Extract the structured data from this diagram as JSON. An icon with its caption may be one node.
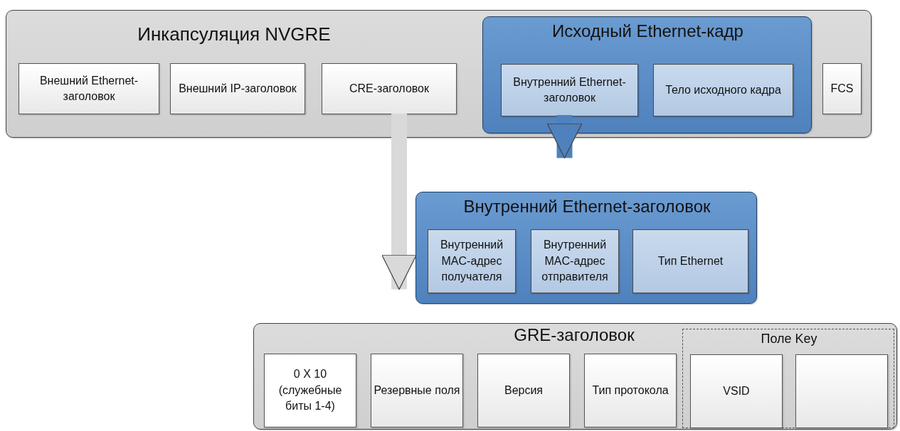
{
  "diagram": {
    "nodes": [
      {
        "text": [
          "Инкапсуляция NVGRE"
        ]
      },
      {
        "text": [
          "Внешний Ethernet-заголовок"
        ],
        "in": 0
      },
      {
        "text": [
          "Внешний IP-заголовок"
        ],
        "in": 0
      },
      {
        "text": [
          "CRE-заголовок"
        ],
        "in": 0
      },
      {
        "text": [
          "Исходный Ethernet-кадр"
        ],
        "in": 0
      },
      {
        "text": [
          "Внутренний Ethernet-заголовок"
        ],
        "in": 4
      },
      {
        "text": [
          "Тело исходного кадра"
        ],
        "in": 4
      },
      {
        "text": [
          "FCS"
        ],
        "in": 0
      },
      {
        "text": [
          "Внутренний Ethernet-заголовок"
        ]
      },
      {
        "text": [
          "Внутренний MAC-адрес получателя"
        ],
        "in": 8
      },
      {
        "text": [
          "Внутренний MAC-адрес отправителя"
        ],
        "in": 8
      },
      {
        "text": [
          "Тип Ethernet"
        ],
        "in": 8
      },
      {
        "text": [
          "GRE-заголовок"
        ]
      },
      {
        "text": [
          "0 X 10 (служебные биты 1-4)"
        ],
        "in": 12
      },
      {
        "text": [
          "Резервные поля"
        ],
        "in": 12
      },
      {
        "text": [
          "Версия"
        ],
        "in": 12
      },
      {
        "text": [
          "Тип протокола"
        ],
        "in": 12
      },
      {
        "text": [
          "Поле Key"
        ],
        "in": 12
      },
      {
        "text": [
          "VSID"
        ],
        "in": 17
      },
      {
        "text": [],
        "shape": "box",
        "in": 17
      }
    ],
    "edges": [
      {
        "from": 3,
        "to": 12,
        "arrow": "to",
        "color": "#d9d9d9"
      },
      {
        "from": 5,
        "to": 8,
        "arrow": "to",
        "color": "#4f81bd"
      }
    ]
  }
}
